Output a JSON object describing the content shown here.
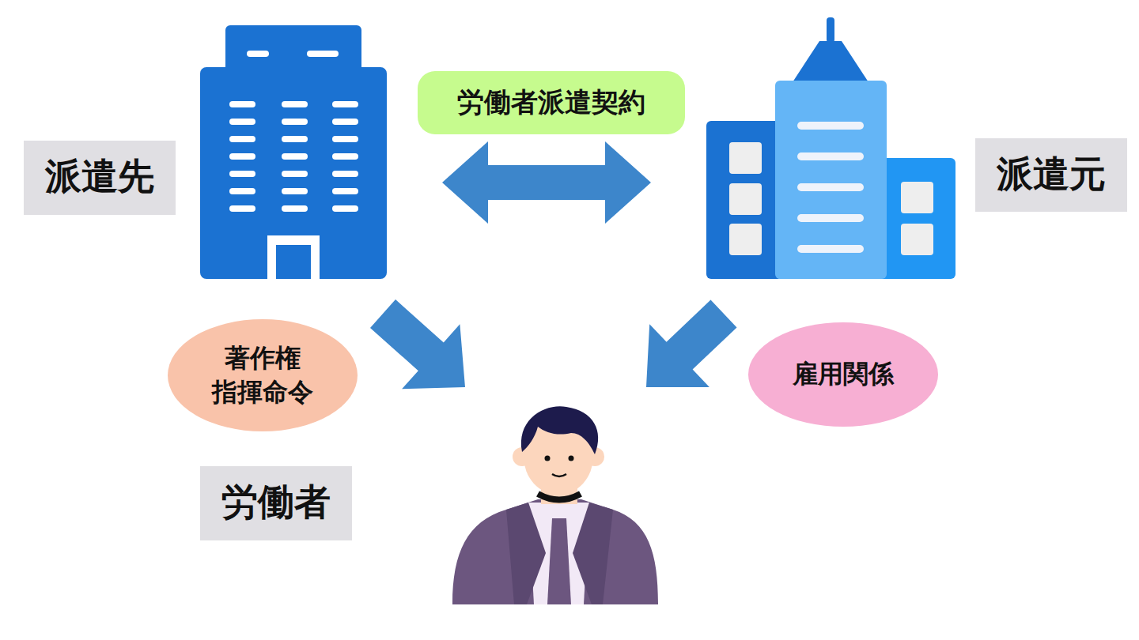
{
  "diagram": {
    "nodes": [
      {
        "text": [
          "派遣先"
        ]
      },
      {
        "text": [
          "労働者派遣契約"
        ]
      },
      {
        "text": [
          "派遣元"
        ]
      },
      {
        "text": [
          "著作権 指揮命令"
        ]
      },
      {
        "text": [
          "雇用関係"
        ]
      },
      {
        "text": [
          "労働者"
        ]
      }
    ],
    "edges": [
      {
        "from": 0,
        "to": 2,
        "arrow": "both"
      },
      {
        "from": 0,
        "to": 5,
        "arrow": "to"
      },
      {
        "from": 2,
        "to": 5,
        "arrow": "to"
      }
    ]
  }
}
